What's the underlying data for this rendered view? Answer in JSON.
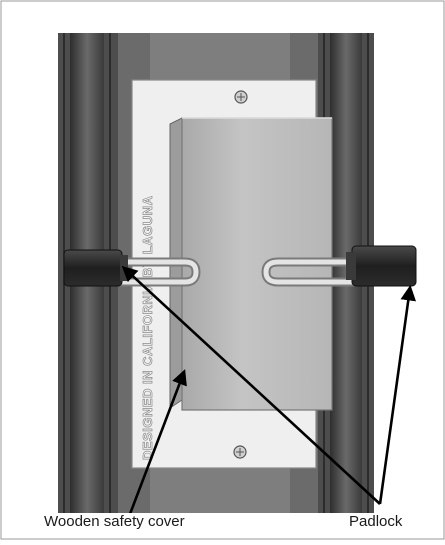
{
  "figure": {
    "embossed_text": "DESIGNED IN CALIFORNIA BY LAGUNA",
    "labels": {
      "wooden_safety_cover": "Wooden safety cover",
      "padlock": "Padlock"
    },
    "colors": {
      "frame": "#5a5a5a",
      "rail": "#3d3d3d",
      "plate": "#ececec",
      "cover": "#bdbdbd",
      "padlock_body": "#2b2b2b",
      "shackle": "#d9d9d9",
      "arrow": "#000000"
    }
  }
}
